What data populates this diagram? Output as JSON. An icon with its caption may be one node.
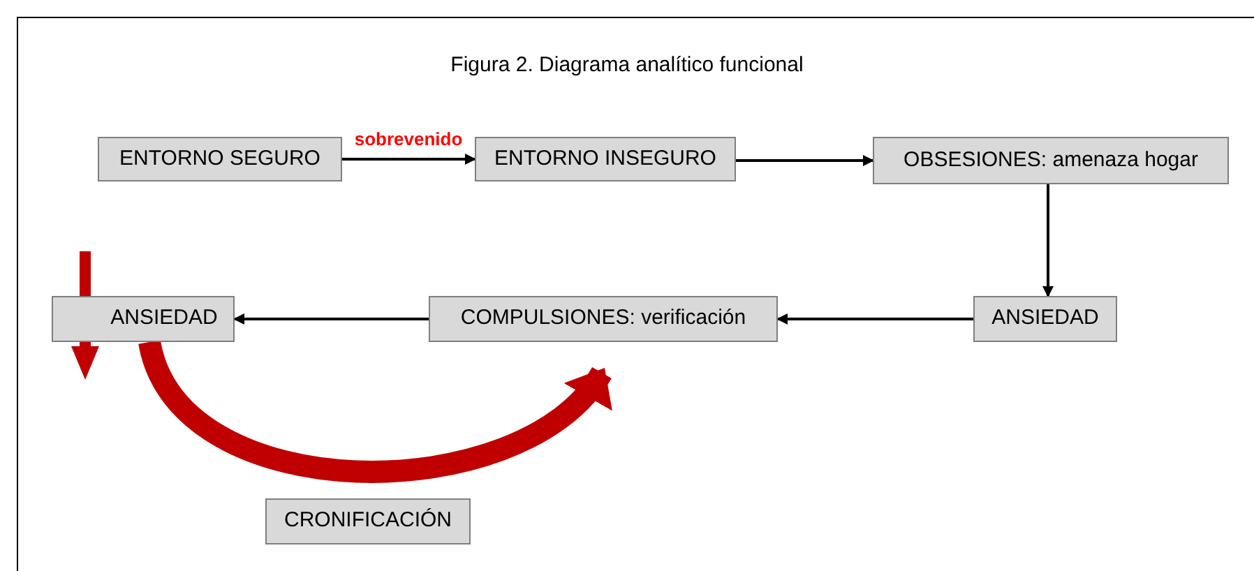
{
  "diagram": {
    "title": "Figura 2. Diagrama analítico funcional",
    "nodes": [
      {
        "text": [
          "ENTORNO SEGURO"
        ]
      },
      {
        "text": [
          "ENTORNO INSEGURO"
        ]
      },
      {
        "text": [
          "OBSESIONES: amenaza hogar"
        ]
      },
      {
        "text": [
          "ANSIEDAD"
        ]
      },
      {
        "text": [
          "COMPULSIONES: verificación"
        ]
      },
      {
        "text": [
          "ANSIEDAD"
        ]
      },
      {
        "text": [
          "CRONIFICACIÓN"
        ]
      }
    ],
    "edges": [
      {
        "from": 0,
        "to": 1,
        "arrow": "to",
        "label": "sobrevenido"
      },
      {
        "from": 1,
        "to": 2,
        "arrow": "to"
      },
      {
        "from": 2,
        "to": 3,
        "arrow": "to"
      },
      {
        "from": 3,
        "to": 4,
        "arrow": "to"
      },
      {
        "from": 4,
        "to": 5,
        "arrow": "to"
      },
      {
        "from": 5,
        "to": 4,
        "arrow": "to",
        "style": "thick",
        "color": "#c00000"
      }
    ]
  }
}
